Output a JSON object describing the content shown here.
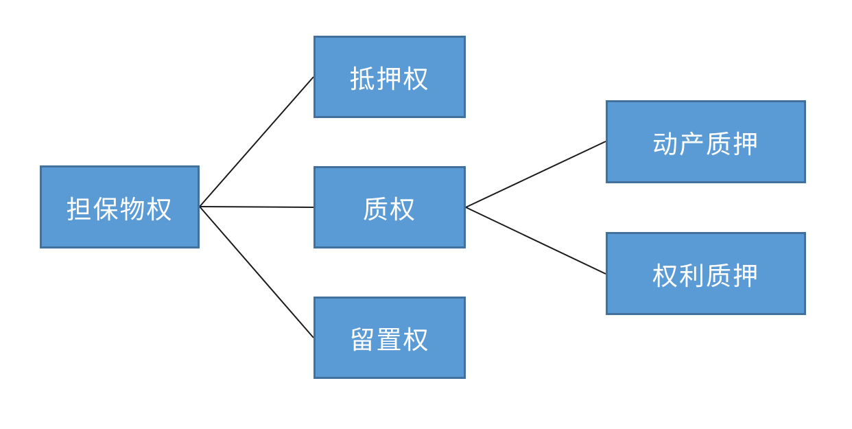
{
  "diagram": {
    "type": "tree-flowchart",
    "nodes": [
      {
        "id": "danbao-wuquan",
        "label": "担保物权",
        "level": 0
      },
      {
        "id": "diya-quan",
        "label": "抵押权",
        "level": 1
      },
      {
        "id": "zhi-quan",
        "label": "质权",
        "level": 1
      },
      {
        "id": "liuzhi-quan",
        "label": "留置权",
        "level": 1
      },
      {
        "id": "dongchan-zhiya",
        "label": "动产质押",
        "level": 2
      },
      {
        "id": "quanli-zhiya",
        "label": "权利质押",
        "level": 2
      }
    ],
    "edges": [
      {
        "from": "担保物权",
        "to": "抵押权"
      },
      {
        "from": "担保物权",
        "to": "质权"
      },
      {
        "from": "担保物权",
        "to": "留置权"
      },
      {
        "from": "质权",
        "to": "动产质押"
      },
      {
        "from": "质权",
        "to": "权利质押"
      }
    ],
    "colors": {
      "node_fill": "#5B9BD5",
      "node_border": "#41719C",
      "node_text": "#FFFFFF",
      "connector": "#1a1a1a",
      "background": "#FFFFFF"
    }
  }
}
